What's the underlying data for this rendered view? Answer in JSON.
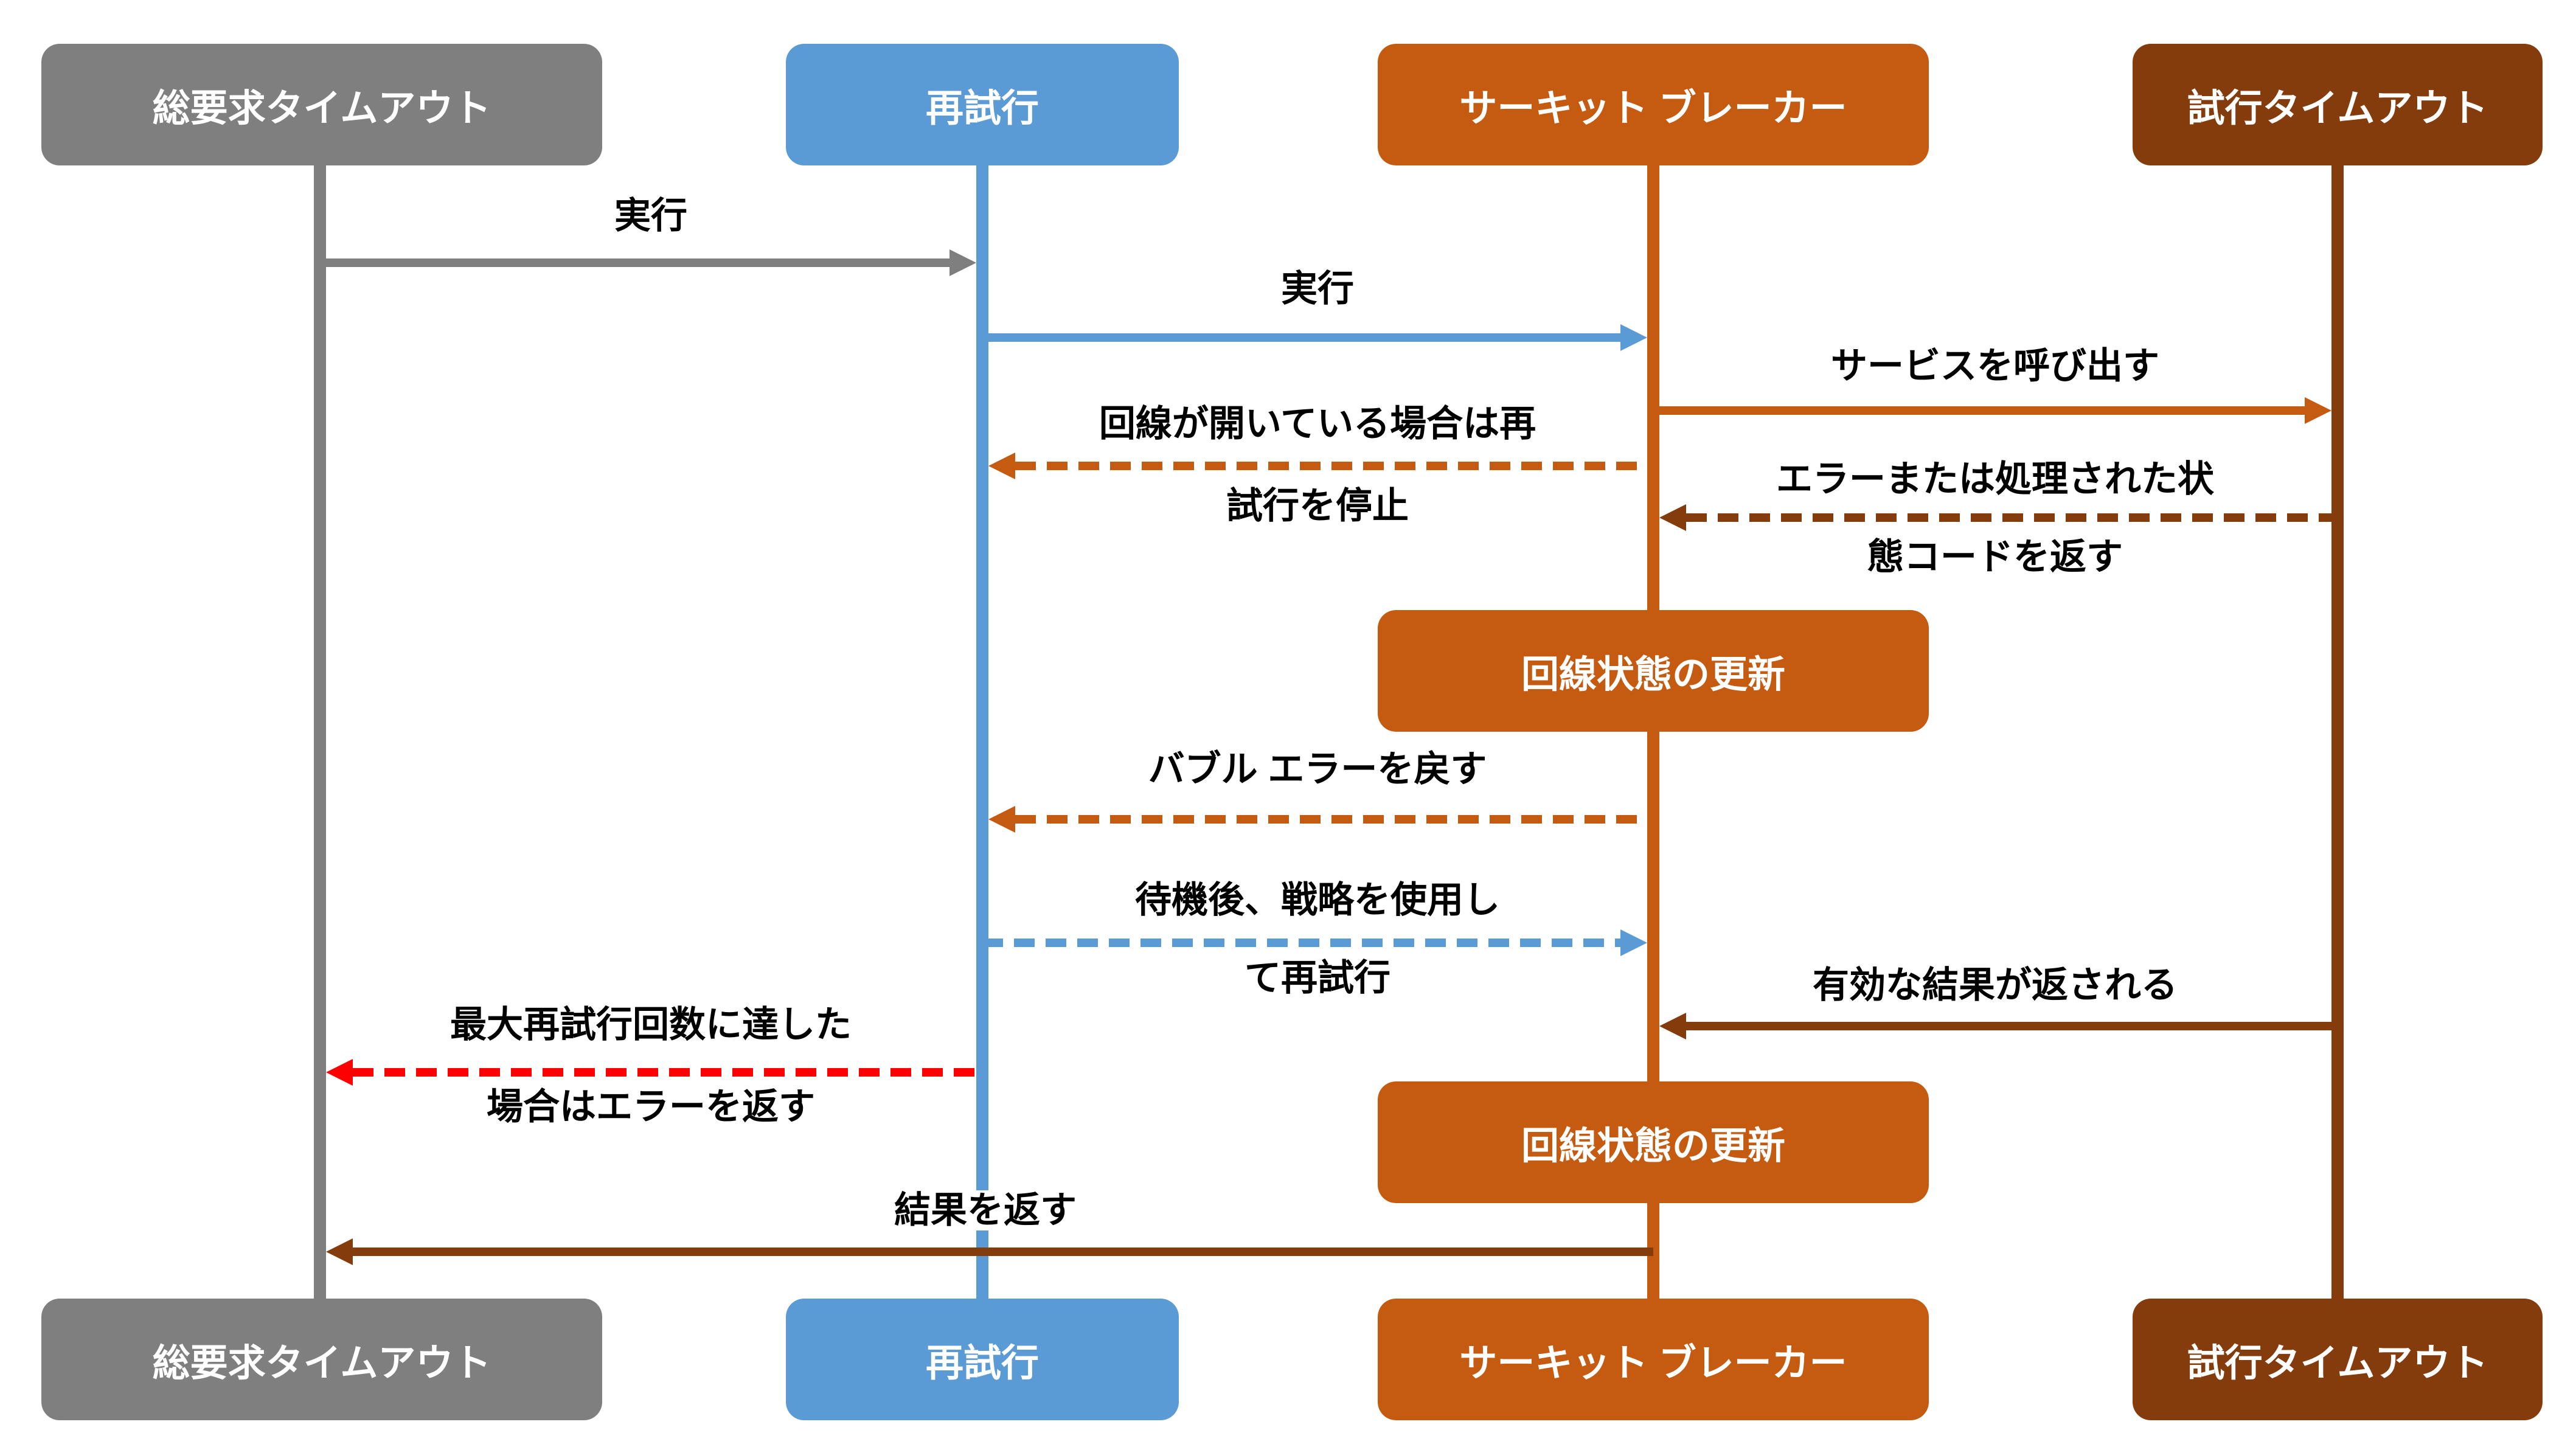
{
  "colors": {
    "gray": "#7F7F7F",
    "blue": "#5B9BD5",
    "orange": "#C55A11",
    "darkbrown": "#843C0C",
    "red": "#FF0000",
    "label": "#000000",
    "background": "#FFFFFF"
  },
  "actors": [
    {
      "id": "total-request-timeout",
      "label": "総要求タイムアウト",
      "color": "gray"
    },
    {
      "id": "retry",
      "label": "再試行",
      "color": "blue"
    },
    {
      "id": "circuit-breaker",
      "label": "サーキット ブレーカー",
      "color": "orange"
    },
    {
      "id": "attempt-timeout",
      "label": "試行タイムアウト",
      "color": "darkbrown"
    }
  ],
  "notes": [
    {
      "actor": "circuit-breaker",
      "label": "回線状態の更新"
    },
    {
      "actor": "circuit-breaker",
      "label": "回線状態の更新"
    }
  ],
  "messages": [
    {
      "from": "total-request-timeout",
      "to": "retry",
      "style": "solid",
      "color": "gray",
      "lines": [
        "実行"
      ]
    },
    {
      "from": "retry",
      "to": "circuit-breaker",
      "style": "solid",
      "color": "blue",
      "lines": [
        "実行"
      ]
    },
    {
      "from": "circuit-breaker",
      "to": "attempt-timeout",
      "style": "solid",
      "color": "orange",
      "lines": [
        "サービスを呼び出す"
      ]
    },
    {
      "from": "circuit-breaker",
      "to": "retry",
      "style": "dashed",
      "color": "orange",
      "lines": [
        "回線が開いている場合は再",
        "試行を停止"
      ]
    },
    {
      "from": "attempt-timeout",
      "to": "circuit-breaker",
      "style": "dashed",
      "color": "darkbrown",
      "lines": [
        "エラーまたは処理された状",
        "態コードを返す"
      ]
    },
    {
      "from": "circuit-breaker",
      "to": "retry",
      "style": "dashed",
      "color": "orange",
      "lines": [
        "バブル エラーを戻す"
      ]
    },
    {
      "from": "retry",
      "to": "circuit-breaker",
      "style": "dashed",
      "color": "blue",
      "lines": [
        "待機後、戦略を使用し",
        "て再試行"
      ]
    },
    {
      "from": "attempt-timeout",
      "to": "circuit-breaker",
      "style": "solid",
      "color": "darkbrown",
      "lines": [
        "有効な結果が返される"
      ]
    },
    {
      "from": "retry",
      "to": "total-request-timeout",
      "style": "dashed",
      "color": "red",
      "lines": [
        "最大再試行回数に達した",
        "場合はエラーを返す"
      ]
    },
    {
      "from": "circuit-breaker",
      "to": "total-request-timeout",
      "style": "solid",
      "color": "darkbrown",
      "lines": [
        "結果を返す"
      ]
    }
  ]
}
